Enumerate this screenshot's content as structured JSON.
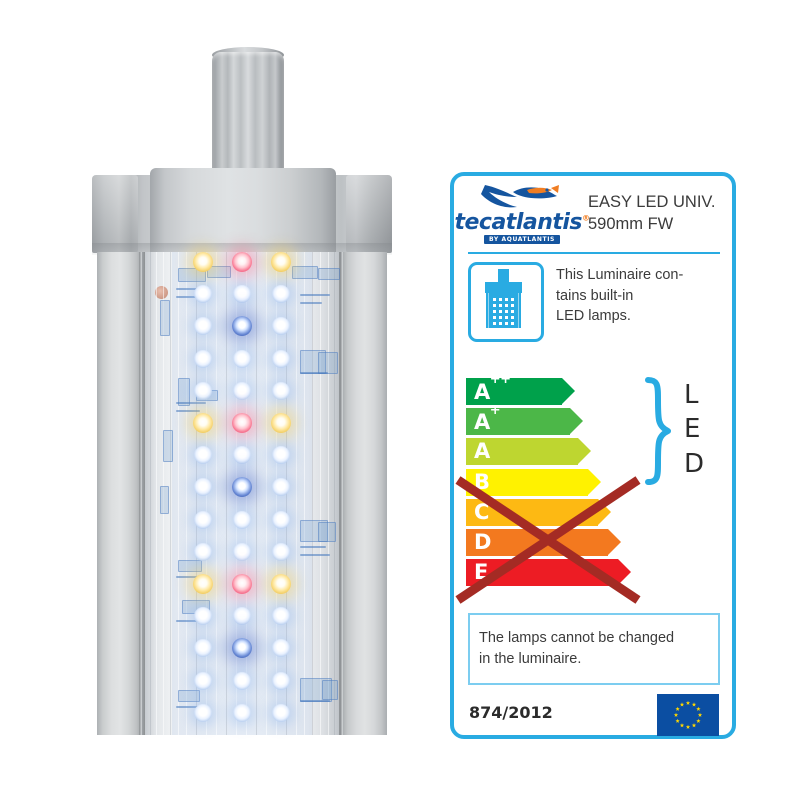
{
  "product": {
    "name": "easy-led-universal-aquarium-light",
    "alt": "Aquatlantis EasyLED Universal aquarium LED light bar, silver aluminium body with white, blue, amber and pink LEDs"
  },
  "label": {
    "brand": {
      "word_part1": "tec",
      "word_part2": "atlantis",
      "registered": "®",
      "subtitle": "BY AQUATLANTIS"
    },
    "model": {
      "line1": "EASY LED UNIV.",
      "line2": "590mm FW"
    },
    "notice": {
      "line1": "This Luminaire con-",
      "line2": "tains built-in",
      "line3": "LED lamps."
    },
    "energy_scale": [
      {
        "label": "A",
        "sup": "++",
        "color": "#00a14b",
        "width": 96
      },
      {
        "label": "A",
        "sup": "+",
        "color": "#4cb748",
        "width": 104
      },
      {
        "label": "A",
        "sup": "",
        "color": "#bed630",
        "width": 112
      },
      {
        "label": "B",
        "sup": "",
        "color": "#fff200",
        "width": 122
      },
      {
        "label": "C",
        "sup": "",
        "color": "#fdb913",
        "width": 132
      },
      {
        "label": "D",
        "sup": "",
        "color": "#f3791f",
        "width": 142
      },
      {
        "label": "E",
        "sup": "",
        "color": "#ed1c24",
        "width": 152
      }
    ],
    "cross_color": "#a42b24",
    "led_brace": {
      "letters": [
        "L",
        "E",
        "D"
      ],
      "brace_color": "#29abe2"
    },
    "bottom_notice": {
      "line1": "The lamps cannot be changed",
      "line2": "in the luminaire."
    },
    "regulation": "874/2012",
    "eu_flag": {
      "name": "european-union-flag",
      "field_color": "#0b4ea2",
      "star_color": "#ffd700",
      "star_count": 12
    },
    "accent_color": "#29abe2"
  }
}
